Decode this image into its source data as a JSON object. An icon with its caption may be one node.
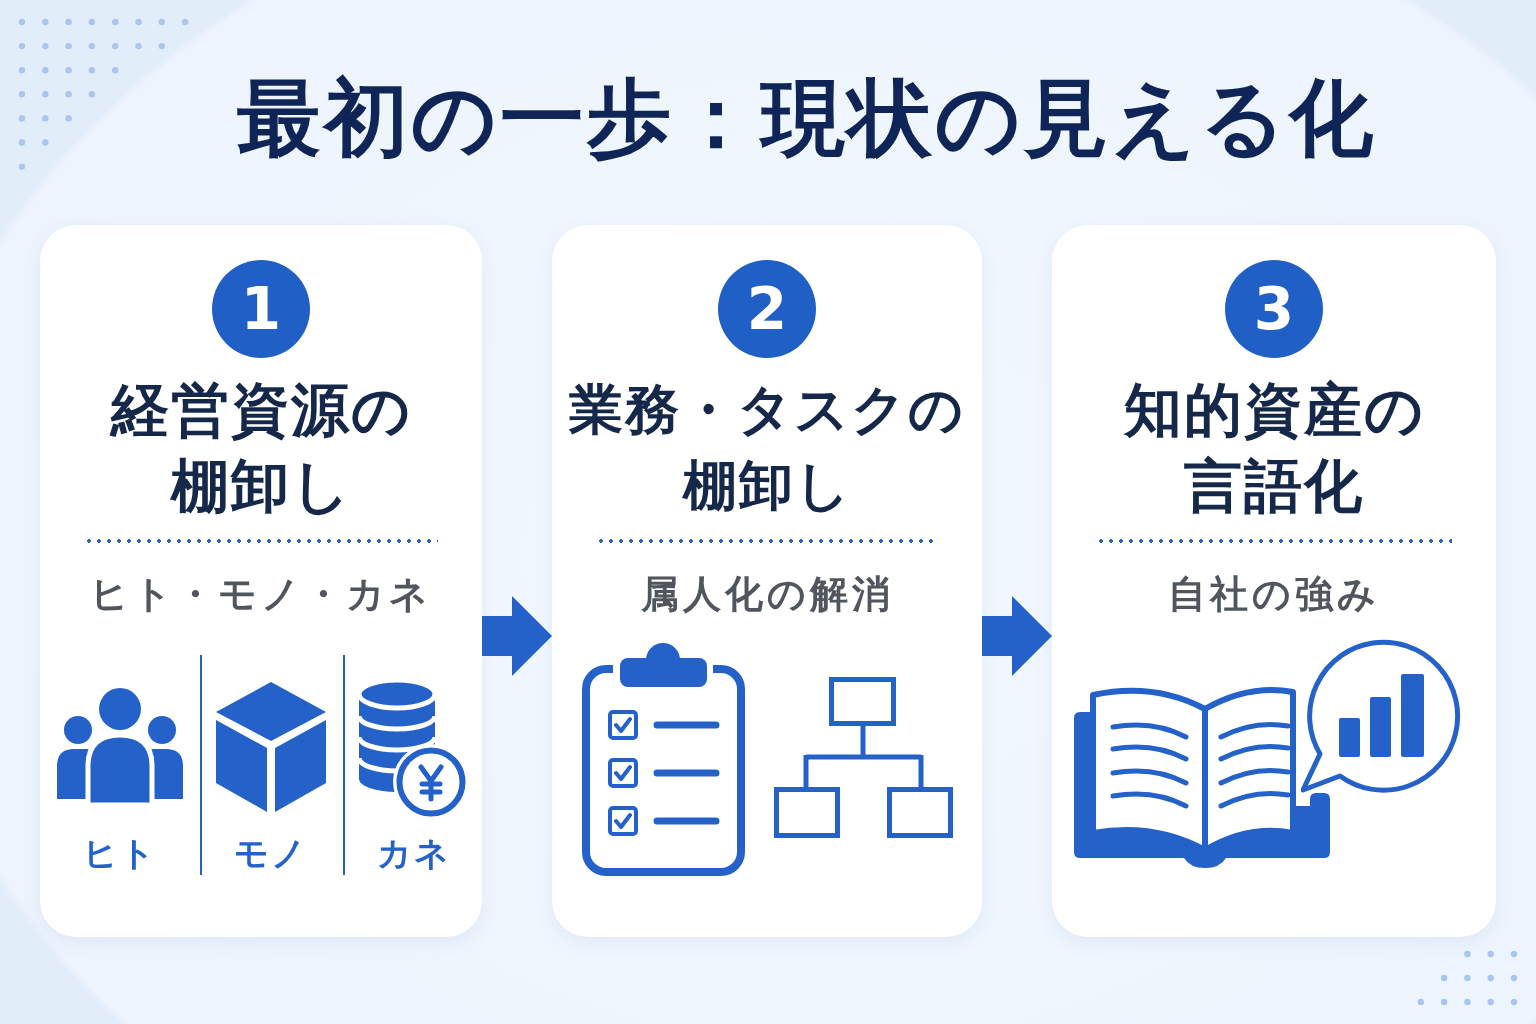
{
  "diagram": {
    "title": "最初の一歩：現状の見える化",
    "nodes": [
      {
        "text": [
          "経営資源の棚卸し",
          "ヒト・モノ・カネ"
        ]
      },
      {
        "text": [
          "1"
        ],
        "in": 0
      },
      {
        "text": [
          "業務・タスクの棚卸し",
          "属人化の解消"
        ]
      },
      {
        "text": [
          "2"
        ],
        "in": 2
      },
      {
        "text": [
          "知的資産の言語化",
          "自社の強み"
        ]
      },
      {
        "text": [
          "3"
        ],
        "in": 4
      }
    ],
    "edges": [
      {
        "from": 0,
        "to": 2,
        "arrow": "to"
      },
      {
        "from": 2,
        "to": 4,
        "arrow": "to"
      }
    ],
    "labels": [
      "ヒト",
      "モノ",
      "カネ"
    ]
  }
}
